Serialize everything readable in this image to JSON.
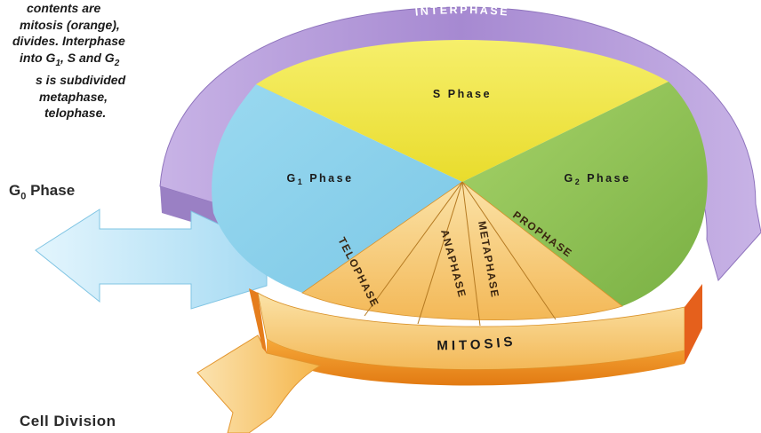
{
  "caption": {
    "lines": [
      "contents are",
      "mitosis (orange),",
      "divides. Interphase",
      "into G",
      "s is subdivided",
      "metaphase,",
      "telophase."
    ],
    "line4_sub1": "1",
    "line4_mid": ", S and G",
    "line4_sub2": "2"
  },
  "labels": {
    "interphase": "INTERPHASE",
    "s_phase": "S Phase",
    "g1_main": "G",
    "g1_sub": "1",
    "g1_rest": " Phase",
    "g2_main": "G",
    "g2_sub": "2",
    "g2_rest": " Phase",
    "mitosis": "MITOSIS",
    "prophase": "PROPHASE",
    "metaphase": "METAPHASE",
    "anaphase": "ANAPHASE",
    "telophase": "TELOPHASE",
    "g0_main": "G",
    "g0_sub": "0",
    "g0_rest": " Phase",
    "cell_division": "Cell Division"
  },
  "colors": {
    "s_phase": "#f2ea4a",
    "g1_phase": "#8fd3ec",
    "g2_phase": "#8cc152",
    "mitosis": "#f5b042",
    "interphase_arrow": "#b49ad6",
    "g0_arrow": "#b9e4f7"
  }
}
